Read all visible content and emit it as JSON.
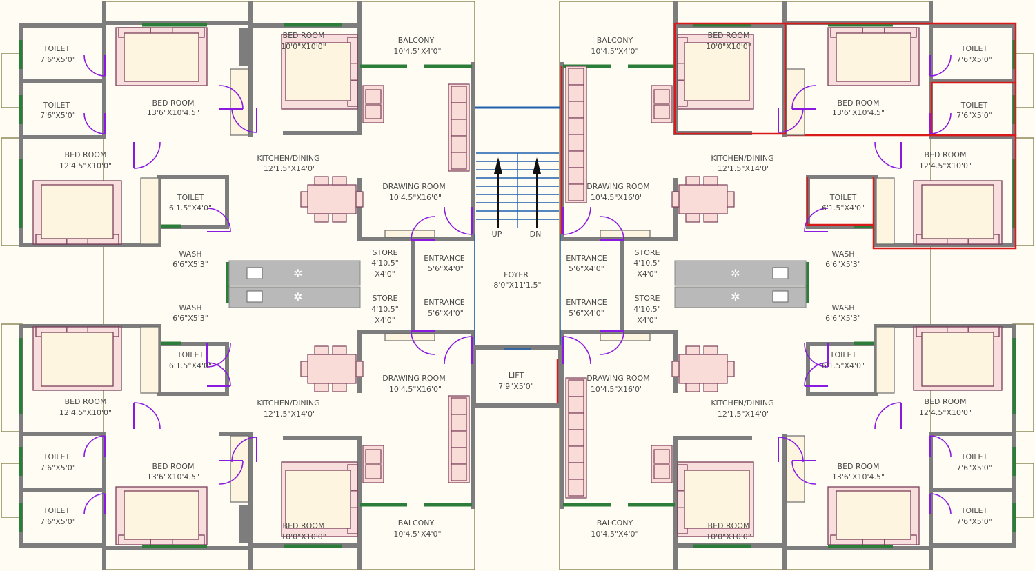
{
  "rooms": [
    {
      "id": "tl-toilet1",
      "name": "TOILET",
      "dims": "7'6\"X5'0\""
    },
    {
      "id": "tl-toilet2",
      "name": "TOILET",
      "dims": "7'6\"X5'0\""
    },
    {
      "id": "tl-bed1",
      "name": "BED ROOM",
      "dims": "13'6\"X10'4.5\""
    },
    {
      "id": "tl-bed2",
      "name": "BED ROOM",
      "dims": "10'0\"X10'0\""
    },
    {
      "id": "tl-balcony",
      "name": "BALCONY",
      "dims": "10'4.5\"X4'0\""
    },
    {
      "id": "tl-bed3",
      "name": "BED ROOM",
      "dims": "12'4.5\"X10'0\""
    },
    {
      "id": "tl-kitchen",
      "name": "KITCHEN/DINING",
      "dims": "12'1.5\"X14'0\""
    },
    {
      "id": "tl-drawing",
      "name": "DRAWING ROOM",
      "dims": "10'4.5\"X16'0\""
    },
    {
      "id": "tl-toilet3",
      "name": "TOILET",
      "dims": "6'1.5\"X4'0\""
    },
    {
      "id": "tl-wash",
      "name": "WASH",
      "dims": "6'6\"X5'3\""
    },
    {
      "id": "tl-store",
      "name": "STORE",
      "dims": "4'10.5\"",
      "dims2": "X4'0\""
    },
    {
      "id": "tl-entrance",
      "name": "ENTRANCE",
      "dims": "5'6\"X4'0\""
    },
    {
      "id": "bl-wash",
      "name": "WASH",
      "dims": "6'6\"X5'3\""
    },
    {
      "id": "bl-store",
      "name": "STORE",
      "dims": "4'10.5\"",
      "dims2": "X4'0\""
    },
    {
      "id": "bl-entrance",
      "name": "ENTRANCE",
      "dims": "5'6\"X4'0\""
    },
    {
      "id": "bl-toilet3",
      "name": "TOILET",
      "dims": "6'1.5\"X4'0\""
    },
    {
      "id": "bl-drawing",
      "name": "DRAWING ROOM",
      "dims": "10'4.5\"X16'0\""
    },
    {
      "id": "bl-bed3",
      "name": "BED ROOM",
      "dims": "12'4.5\"X10'0\""
    },
    {
      "id": "bl-kitchen",
      "name": "KITCHEN/DINING",
      "dims": "12'1.5\"X14'0\""
    },
    {
      "id": "bl-toilet1",
      "name": "TOILET",
      "dims": "7'6\"X5'0\""
    },
    {
      "id": "bl-bed1",
      "name": "BED ROOM",
      "dims": "13'6\"X10'4.5\""
    },
    {
      "id": "bl-toilet2",
      "name": "TOILET",
      "dims": "7'6\"X5'0\""
    },
    {
      "id": "bl-bed2",
      "name": "BED ROOM",
      "dims": "10'0\"X10'0\""
    },
    {
      "id": "bl-balcony",
      "name": "BALCONY",
      "dims": "10'4.5\"X4'0\""
    },
    {
      "id": "tr-balcony",
      "name": "BALCONY",
      "dims": "10'4.5\"X4'0\""
    },
    {
      "id": "tr-bed2",
      "name": "BED ROOM",
      "dims": "10'0\"X10'0\""
    },
    {
      "id": "tr-toilet1",
      "name": "TOILET",
      "dims": "7'6\"X5'0\""
    },
    {
      "id": "tr-bed1",
      "name": "BED ROOM",
      "dims": "13'6\"X10'4.5\""
    },
    {
      "id": "tr-toilet2",
      "name": "TOILET",
      "dims": "7'6\"X5'0\""
    },
    {
      "id": "tr-kitchen",
      "name": "KITCHEN/DINING",
      "dims": "12'1.5\"X14'0\""
    },
    {
      "id": "tr-bed3",
      "name": "BED ROOM",
      "dims": "12'4.5\"X10'0\""
    },
    {
      "id": "tr-drawing",
      "name": "DRAWING ROOM",
      "dims": "10'4.5\"X16'0\""
    },
    {
      "id": "tr-toilet3",
      "name": "TOILET",
      "dims": "6'1.5\"X4'0\""
    },
    {
      "id": "tr-entrance",
      "name": "ENTRANCE",
      "dims": "5'6\"X4'0\""
    },
    {
      "id": "tr-store",
      "name": "STORE",
      "dims": "4'10.5\"",
      "dims2": "X4'0\""
    },
    {
      "id": "tr-wash",
      "name": "WASH",
      "dims": "6'6\"X5'3\""
    },
    {
      "id": "br-entrance",
      "name": "ENTRANCE",
      "dims": "5'6\"X4'0\""
    },
    {
      "id": "br-store",
      "name": "STORE",
      "dims": "4'10.5\"",
      "dims2": "X4'0\""
    },
    {
      "id": "br-wash",
      "name": "WASH",
      "dims": "6'6\"X5'3\""
    },
    {
      "id": "br-toilet3",
      "name": "TOILET",
      "dims": "6'1.5\"X4'0\""
    },
    {
      "id": "br-drawing",
      "name": "DRAWING ROOM",
      "dims": "10'4.5\"X16'0\""
    },
    {
      "id": "br-kitchen",
      "name": "KITCHEN/DINING",
      "dims": "12'1.5\"X14'0\""
    },
    {
      "id": "br-bed3",
      "name": "BED ROOM",
      "dims": "12'4.5\"X10'0\""
    },
    {
      "id": "br-bed1",
      "name": "BED ROOM",
      "dims": "13'6\"X10'4.5\""
    },
    {
      "id": "br-toilet1",
      "name": "TOILET",
      "dims": "7'6\"X5'0\""
    },
    {
      "id": "br-toilet2",
      "name": "TOILET",
      "dims": "7'6\"X5'0\""
    },
    {
      "id": "br-bed2",
      "name": "BED ROOM",
      "dims": "10'0\"X10'0\""
    },
    {
      "id": "br-balcony",
      "name": "BALCONY",
      "dims": "10'4.5\"X4'0\""
    },
    {
      "id": "foyer",
      "name": "FOYER",
      "dims": "8'0\"X11'1.5\""
    },
    {
      "id": "lift",
      "name": "LIFT",
      "dims": "7'9\"X5'0\""
    }
  ],
  "stair": {
    "up_label": "UP",
    "down_label": "DN"
  },
  "colors": {
    "background": "#fffdf3",
    "wall": "#7d7d7d",
    "window": "#2d7d3a",
    "door": "#8a1ae0",
    "highlight": "#d91a1a",
    "stair": "#1f5fae",
    "furniture": "#f9dcd8"
  }
}
